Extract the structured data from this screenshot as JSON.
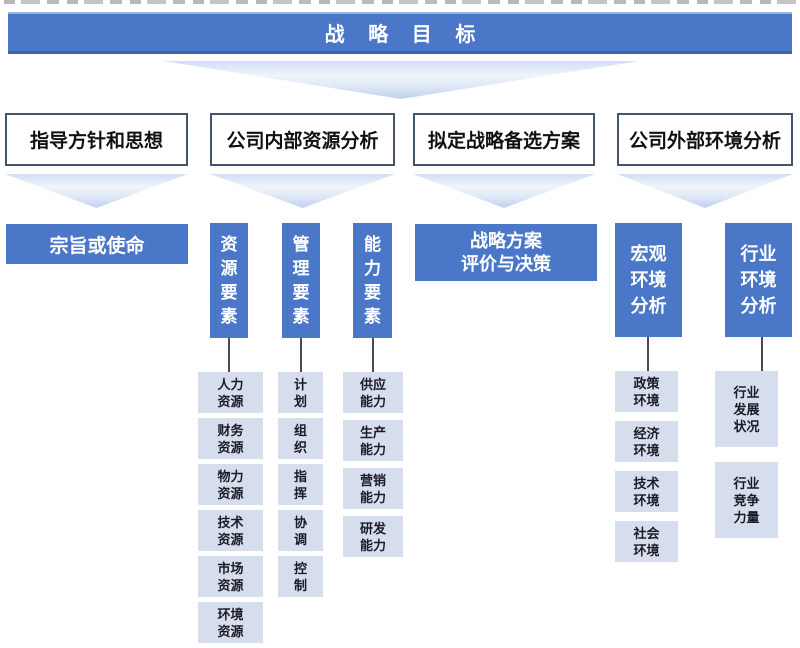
{
  "banner": {
    "label": "战 略 目 标"
  },
  "row2": {
    "boxes": [
      "指导方针和思想",
      "公司内部资源分析",
      "拟定战略备选方案",
      "公司外部环境分析"
    ]
  },
  "row3": {
    "mission": "宗旨或使命",
    "evaluation": "战略方案\n评价与决策",
    "resource_elements": "资\n源\n要\n素",
    "management_elements": "管\n理\n要\n素",
    "capability_elements": "能\n力\n要\n素",
    "macro_environment": "宏观\n环境\n分析",
    "industry_environment": "行业\n环境\n分析"
  },
  "columns": {
    "resource_items": [
      "人力\n资源",
      "财务\n资源",
      "物力\n资源",
      "技术\n资源",
      "市场\n资源",
      "环境\n资源"
    ],
    "management_items": [
      "计\n划",
      "组\n织",
      "指\n挥",
      "协\n调",
      "控\n制"
    ],
    "capability_items": [
      "供应\n能力",
      "生产\n能力",
      "营销\n能力",
      "研发\n能力"
    ],
    "macro_items": [
      "政策\n环境",
      "经济\n环境",
      "技术\n环境",
      "社会\n环境"
    ],
    "industry_items": [
      "行业\n发展\n状况",
      "行业\n竞争\n力量"
    ]
  },
  "colors": {
    "primary_blue": "#4B77C8",
    "banner_bottom_edge": "#3D63AD",
    "outline_box_border": "#44546A",
    "item_box_bg": "#D6DEEE",
    "item_text": "#1B1B26",
    "connector_line": "#4A4A4A",
    "arrow_light": "#F0F5FC",
    "arrow_blue": "#BFCFED"
  }
}
